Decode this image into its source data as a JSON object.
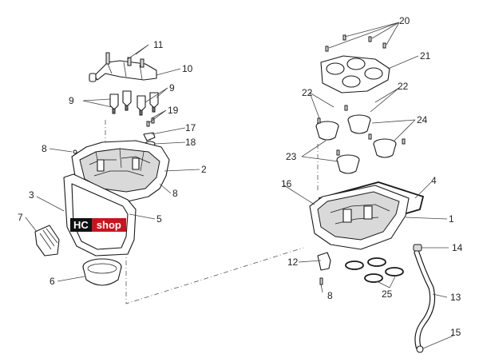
{
  "callouts": {
    "c1": "1",
    "c2": "2",
    "c3": "3",
    "c4": "4",
    "c5": "5",
    "c6": "6",
    "c7": "7",
    "c8a": "8",
    "c8b": "8",
    "c8c": "8",
    "c9a": "9",
    "c9b": "9",
    "c10": "10",
    "c11": "11",
    "c12": "12",
    "c13": "13",
    "c14": "14",
    "c15": "15",
    "c16": "16",
    "c17": "17",
    "c18": "18",
    "c19": "19",
    "c20": "20",
    "c21": "21",
    "c22a": "22",
    "c22b": "22",
    "c23": "23",
    "c24": "24",
    "c25": "25"
  },
  "watermark": {
    "left": "HC",
    "right": "shop"
  },
  "colors": {
    "line": "#1a1a1a",
    "shade": "#d9d9d9",
    "watermark_red": "#c8141e",
    "watermark_black": "#111111"
  }
}
